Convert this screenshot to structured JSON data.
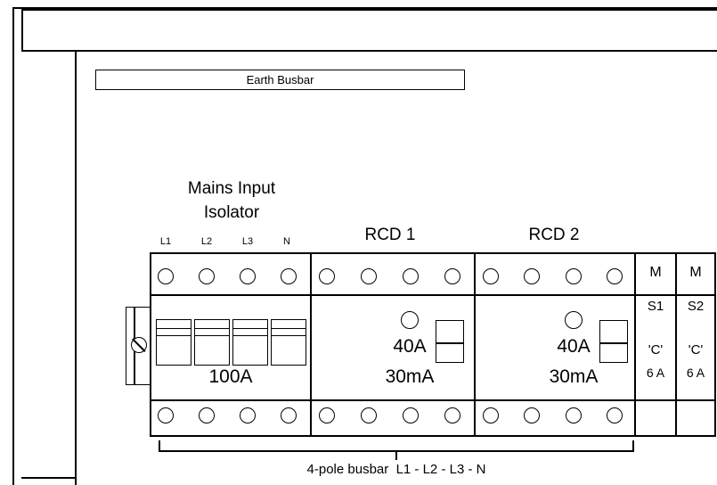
{
  "colors": {
    "line": "#000000",
    "background": "#ffffff"
  },
  "icons": {
    "terminal_screw": "circle",
    "test_button": "circle",
    "fixing_screw": "slashed-circle"
  },
  "earth_busbar": {
    "label": "Earth Busbar"
  },
  "isolator": {
    "title_line1": "Mains Input",
    "title_line2": "Isolator",
    "phases": [
      "L1",
      "L2",
      "L3",
      "N"
    ],
    "rating": "100A"
  },
  "rcd1": {
    "title": "RCD 1",
    "rating": "40A",
    "sensitivity": "30mA"
  },
  "rcd2": {
    "title": "RCD 2",
    "rating": "40A",
    "sensitivity": "30mA"
  },
  "modules": [
    {
      "type": "M",
      "id": "S1",
      "curve": "'C'",
      "rating": "6 A"
    },
    {
      "type": "M",
      "id": "S2",
      "curve": "'C'",
      "rating": "6 A"
    }
  ],
  "busbar_caption": "4-pole busbar  L1 - L2 - L3 - N"
}
